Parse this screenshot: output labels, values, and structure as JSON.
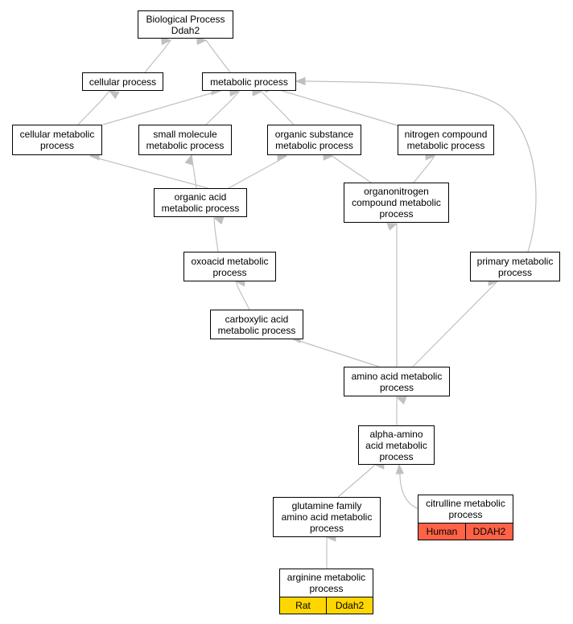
{
  "colors": {
    "edge": "#c0c0c0",
    "rat": "#ffd700",
    "human": "#ff6347"
  },
  "nodes": {
    "bp": "Biological Process\nDdah2",
    "cellular": "cellular process",
    "metabolic": "metabolic process",
    "cellmet": "cellular metabolic\nprocess",
    "smallmol": "small molecule\nmetabolic process",
    "orgsub": "organic substance\nmetabolic process",
    "nitro": "nitrogen compound\nmetabolic process",
    "orgacid": "organic acid\nmetabolic process",
    "organonitro": "organonitrogen\ncompound metabolic\nprocess",
    "oxoacid": "oxoacid metabolic\nprocess",
    "primary": "primary metabolic\nprocess",
    "carboxylic": "carboxylic acid\nmetabolic process",
    "aminoacid": "amino acid metabolic\nprocess",
    "alphaamino": "alpha-amino\nacid metabolic\nprocess",
    "glutamine": "glutamine family\namino acid metabolic\nprocess",
    "citrulline": "citrulline metabolic\nprocess",
    "arginine": "arginine metabolic\nprocess"
  },
  "tags": {
    "citrulline": [
      "Human",
      "DDAH2"
    ],
    "arginine": [
      "Rat",
      "Ddah2"
    ]
  }
}
